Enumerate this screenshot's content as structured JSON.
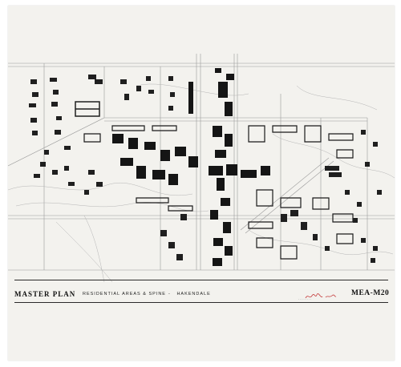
{
  "title_block": {
    "main": "MASTER PLAN",
    "subtitle": "RESIDENTIAL AREAS & SPINE",
    "separator": "-",
    "location": "HAKENDALE",
    "drawing_code": "MEA-M20"
  },
  "annotations": {
    "signature_text": "Approved",
    "small_print": "- - - -  - - - -"
  },
  "colors": {
    "paper": "#f3f2ee",
    "ink": "#1a1a1a",
    "signature": "#c43a3a"
  }
}
